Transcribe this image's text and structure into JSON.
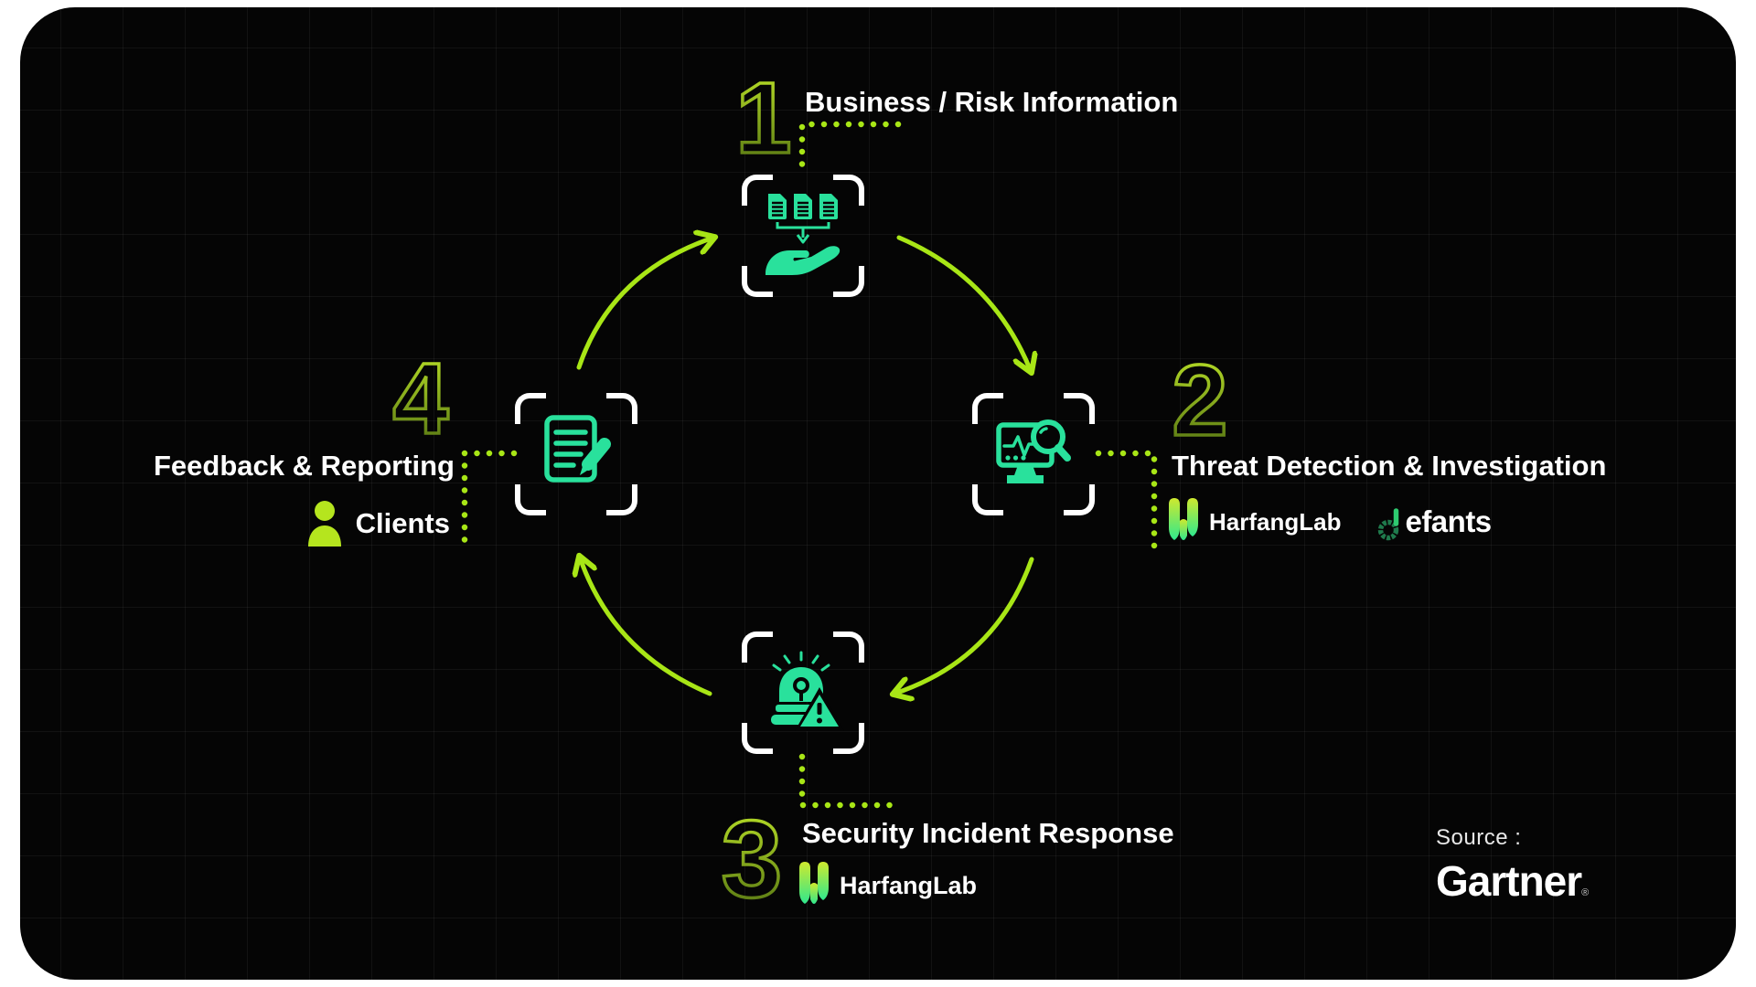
{
  "meta": {
    "card_bg": "#050505",
    "accent_yellow_green": "#a8e616",
    "accent_mint": "#29e19c",
    "actor_lime": "#b5e51e",
    "bracket_white": "#ffffff"
  },
  "steps": [
    {
      "number": "1",
      "label": "Business / Risk Information",
      "icon": "documents-handover-icon"
    },
    {
      "number": "2",
      "label": "Threat Detection & Investigation",
      "icon": "monitor-search-icon"
    },
    {
      "number": "3",
      "label": "Security Incident Response",
      "icon": "alarm-warning-icon"
    },
    {
      "number": "4",
      "label": "Feedback & Reporting",
      "icon": "document-edit-icon",
      "actor": "Clients"
    }
  ],
  "brands": {
    "harfanglab": "HarfangLab",
    "defants": "defants",
    "defants_rest": "efants"
  },
  "source": {
    "label": "Source :",
    "brand": "Gartner",
    "reg": "®"
  }
}
